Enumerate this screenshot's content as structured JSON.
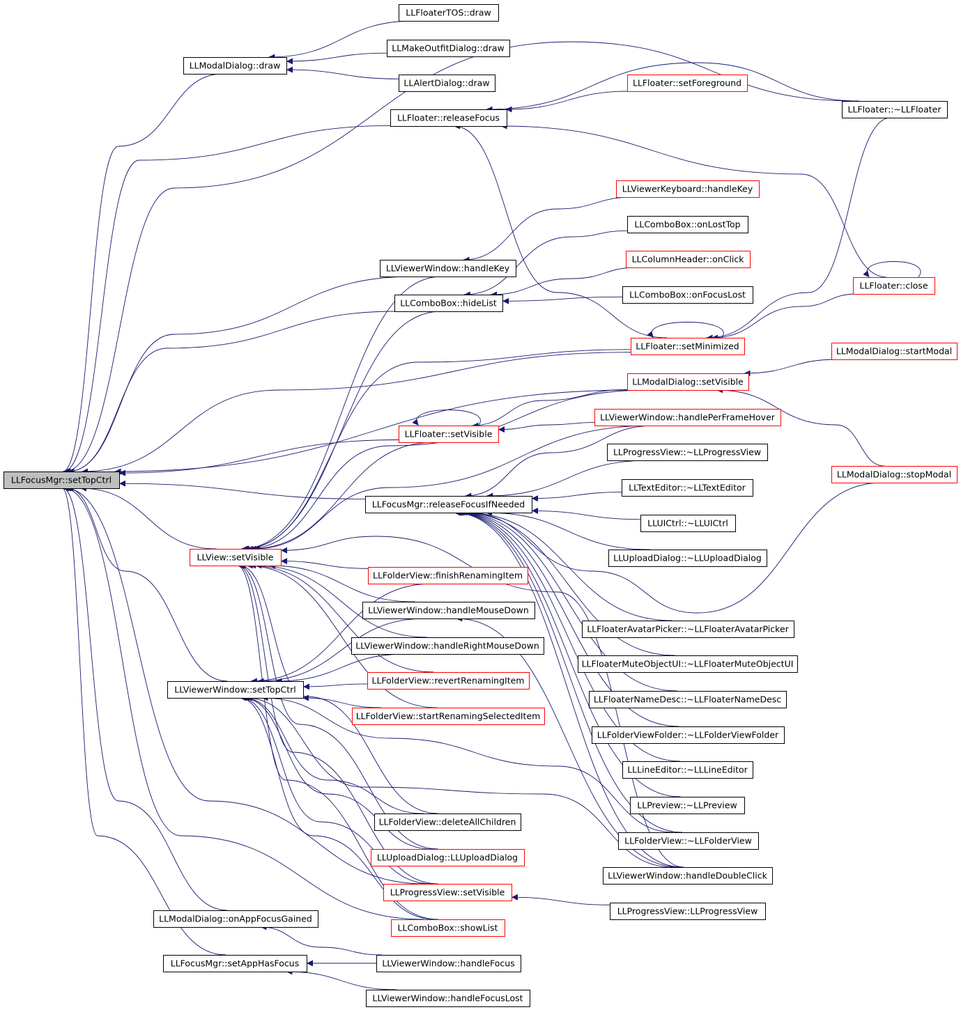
{
  "colors": {
    "edge": "#191970",
    "arrowhead": "#191970",
    "node_border_normal": "#000000",
    "node_border_truncated": "#ff0000",
    "root_fill": "#bfbfbf",
    "node_fill": "#ffffff"
  },
  "nodes": [
    {
      "id": "root",
      "label": "LLFocusMgr::setTopCtrl",
      "style": "root"
    },
    {
      "id": "tos",
      "label": "LLFloaterTOS::draw",
      "style": "normal"
    },
    {
      "id": "mkoutfit",
      "label": "LLMakeOutfitDialog::draw",
      "style": "normal"
    },
    {
      "id": "alert",
      "label": "LLAlertDialog::draw",
      "style": "normal"
    },
    {
      "id": "mddraw",
      "label": "LLModalDialog::draw",
      "style": "normal"
    },
    {
      "id": "fsetfg",
      "label": "LLFloater::setForeground",
      "style": "red"
    },
    {
      "id": "frelfocus",
      "label": "LLFloater::releaseFocus",
      "style": "normal"
    },
    {
      "id": "fdtor",
      "label": "LLFloater::~LLFloater",
      "style": "normal"
    },
    {
      "id": "vkhandlekey",
      "label": "LLViewerKeyboard::handleKey",
      "style": "red"
    },
    {
      "id": "cbolosttop",
      "label": "LLComboBox::onLostTop",
      "style": "normal"
    },
    {
      "id": "colclick",
      "label": "LLColumnHeader::onClick",
      "style": "red"
    },
    {
      "id": "vwhandlekey",
      "label": "LLViewerWindow::handleKey",
      "style": "normal"
    },
    {
      "id": "fclose",
      "label": "LLFloater::close",
      "style": "red"
    },
    {
      "id": "cbohide",
      "label": "LLComboBox::hideList",
      "style": "normal"
    },
    {
      "id": "cbofocuslost",
      "label": "LLComboBox::onFocusLost",
      "style": "normal"
    },
    {
      "id": "fsetmin",
      "label": "LLFloater::setMinimized",
      "style": "red"
    },
    {
      "id": "mdstart",
      "label": "LLModalDialog::startModal",
      "style": "red"
    },
    {
      "id": "mdsetvis",
      "label": "LLModalDialog::setVisible",
      "style": "red"
    },
    {
      "id": "vwperframe",
      "label": "LLViewerWindow::handlePerFrameHover",
      "style": "red"
    },
    {
      "id": "fsetvis",
      "label": "LLFloater::setVisible",
      "style": "red"
    },
    {
      "id": "pvdtor",
      "label": "LLProgressView::~LLProgressView",
      "style": "normal"
    },
    {
      "id": "mdstop",
      "label": "LLModalDialog::stopModal",
      "style": "red"
    },
    {
      "id": "tedtor",
      "label": "LLTextEditor::~LLTextEditor",
      "style": "normal"
    },
    {
      "id": "relifneeded",
      "label": "LLFocusMgr::releaseFocusIfNeeded",
      "style": "normal"
    },
    {
      "id": "uidtor",
      "label": "LLUICtrl::~LLUICtrl",
      "style": "normal"
    },
    {
      "id": "updtor",
      "label": "LLUploadDialog::~LLUploadDialog",
      "style": "normal"
    },
    {
      "id": "viewsetvis",
      "label": "LLView::setVisible",
      "style": "red"
    },
    {
      "id": "fvfinish",
      "label": "LLFolderView::finishRenamingItem",
      "style": "red"
    },
    {
      "id": "vwmousedown",
      "label": "LLViewerWindow::handleMouseDown",
      "style": "normal"
    },
    {
      "id": "favdtor",
      "label": "LLFloaterAvatarPicker::~LLFloaterAvatarPicker",
      "style": "normal"
    },
    {
      "id": "vwrmousedown",
      "label": "LLViewerWindow::handleRightMouseDown",
      "style": "normal"
    },
    {
      "id": "fmutedtor",
      "label": "LLFloaterMuteObjectUI::~LLFloaterMuteObjectUI",
      "style": "normal"
    },
    {
      "id": "fvrevert",
      "label": "LLFolderView::revertRenamingItem",
      "style": "red"
    },
    {
      "id": "vwsettop",
      "label": "LLViewerWindow::setTopCtrl",
      "style": "normal"
    },
    {
      "id": "fnamedtor",
      "label": "LLFloaterNameDesc::~LLFloaterNameDesc",
      "style": "normal"
    },
    {
      "id": "fvstartrename",
      "label": "LLFolderView::startRenamingSelectedItem",
      "style": "red"
    },
    {
      "id": "fvfdtor",
      "label": "LLFolderViewFolder::~LLFolderViewFolder",
      "style": "normal"
    },
    {
      "id": "ledtor",
      "label": "LLLineEditor::~LLLineEditor",
      "style": "normal"
    },
    {
      "id": "prevdtor",
      "label": "LLPreview::~LLPreview",
      "style": "normal"
    },
    {
      "id": "fvdelete",
      "label": "LLFolderView::deleteAllChildren",
      "style": "normal"
    },
    {
      "id": "fvdtor",
      "label": "LLFolderView::~LLFolderView",
      "style": "normal"
    },
    {
      "id": "upctor",
      "label": "LLUploadDialog::LLUploadDialog",
      "style": "red"
    },
    {
      "id": "vwdblclick",
      "label": "LLViewerWindow::handleDoubleClick",
      "style": "normal"
    },
    {
      "id": "pvsetvis",
      "label": "LLProgressView::setVisible",
      "style": "red"
    },
    {
      "id": "pvctor",
      "label": "LLProgressView::LLProgressView",
      "style": "normal"
    },
    {
      "id": "mdappfocus",
      "label": "LLModalDialog::onAppFocusGained",
      "style": "normal"
    },
    {
      "id": "cboshow",
      "label": "LLComboBox::showList",
      "style": "red"
    },
    {
      "id": "setappfocus",
      "label": "LLFocusMgr::setAppHasFocus",
      "style": "normal"
    },
    {
      "id": "vwfocus",
      "label": "LLViewerWindow::handleFocus",
      "style": "normal"
    },
    {
      "id": "vwfocuslost",
      "label": "LLViewerWindow::handleFocusLost",
      "style": "normal"
    }
  ],
  "edges": [
    {
      "from": "mddraw",
      "to": "root"
    },
    {
      "from": "frelfocus",
      "to": "root"
    },
    {
      "from": "fdtor",
      "to": "root"
    },
    {
      "from": "vwhandlekey",
      "to": "root"
    },
    {
      "from": "cbohide",
      "to": "root"
    },
    {
      "from": "fsetmin",
      "to": "root"
    },
    {
      "from": "mdsetvis",
      "to": "root"
    },
    {
      "from": "fsetvis",
      "to": "root"
    },
    {
      "from": "relifneeded",
      "to": "root"
    },
    {
      "from": "viewsetvis",
      "to": "root"
    },
    {
      "from": "vwsettop",
      "to": "root"
    },
    {
      "from": "pvsetvis",
      "to": "root"
    },
    {
      "from": "cboshow",
      "to": "root"
    },
    {
      "from": "mdappfocus",
      "to": "root"
    },
    {
      "from": "setappfocus",
      "to": "root"
    },
    {
      "from": "tos",
      "to": "mddraw"
    },
    {
      "from": "mkoutfit",
      "to": "mddraw"
    },
    {
      "from": "alert",
      "to": "mddraw"
    },
    {
      "from": "fsetfg",
      "to": "frelfocus"
    },
    {
      "from": "fdtor",
      "to": "frelfocus"
    },
    {
      "from": "fclose",
      "to": "frelfocus"
    },
    {
      "from": "fsetmin",
      "to": "frelfocus"
    },
    {
      "from": "vkhandlekey",
      "to": "vwhandlekey"
    },
    {
      "from": "cbolosttop",
      "to": "cbohide"
    },
    {
      "from": "colclick",
      "to": "cbohide"
    },
    {
      "from": "cbofocuslost",
      "to": "cbohide"
    },
    {
      "from": "fclose",
      "to": "fclose"
    },
    {
      "from": "fclose",
      "to": "fsetmin"
    },
    {
      "from": "fsetmin",
      "to": "fsetmin"
    },
    {
      "from": "fdtor",
      "to": "fsetmin"
    },
    {
      "from": "mdstart",
      "to": "mdsetvis"
    },
    {
      "from": "mdstop",
      "to": "mdsetvis"
    },
    {
      "from": "fsetvis",
      "to": "fsetvis"
    },
    {
      "from": "mdsetvis",
      "to": "fsetvis"
    },
    {
      "from": "vwperframe",
      "to": "fsetvis"
    },
    {
      "from": "vwperframe",
      "to": "relifneeded"
    },
    {
      "from": "pvdtor",
      "to": "relifneeded"
    },
    {
      "from": "tedtor",
      "to": "relifneeded"
    },
    {
      "from": "uidtor",
      "to": "relifneeded"
    },
    {
      "from": "updtor",
      "to": "relifneeded"
    },
    {
      "from": "favdtor",
      "to": "relifneeded"
    },
    {
      "from": "fmutedtor",
      "to": "relifneeded"
    },
    {
      "from": "fnamedtor",
      "to": "relifneeded"
    },
    {
      "from": "fvfdtor",
      "to": "relifneeded"
    },
    {
      "from": "ledtor",
      "to": "relifneeded"
    },
    {
      "from": "prevdtor",
      "to": "relifneeded"
    },
    {
      "from": "fvdtor",
      "to": "relifneeded"
    },
    {
      "from": "vwdblclick",
      "to": "relifneeded"
    },
    {
      "from": "mdstop",
      "to": "relifneeded"
    },
    {
      "from": "vwhandlekey",
      "to": "viewsetvis"
    },
    {
      "from": "cbohide",
      "to": "viewsetvis"
    },
    {
      "from": "fsetmin",
      "to": "viewsetvis"
    },
    {
      "from": "mdsetvis",
      "to": "viewsetvis"
    },
    {
      "from": "fsetvis",
      "to": "viewsetvis"
    },
    {
      "from": "vwperframe",
      "to": "viewsetvis"
    },
    {
      "from": "fvfinish",
      "to": "viewsetvis"
    },
    {
      "from": "vwmousedown",
      "to": "viewsetvis"
    },
    {
      "from": "vwrmousedown",
      "to": "viewsetvis"
    },
    {
      "from": "fvrevert",
      "to": "viewsetvis"
    },
    {
      "from": "fvstartrename",
      "to": "viewsetvis"
    },
    {
      "from": "vwdblclick",
      "to": "viewsetvis"
    },
    {
      "from": "fvdelete",
      "to": "viewsetvis"
    },
    {
      "from": "upctor",
      "to": "viewsetvis"
    },
    {
      "from": "pvsetvis",
      "to": "viewsetvis"
    },
    {
      "from": "cboshow",
      "to": "viewsetvis"
    },
    {
      "from": "fvfinish",
      "to": "vwsettop"
    },
    {
      "from": "vwmousedown",
      "to": "vwsettop"
    },
    {
      "from": "vwrmousedown",
      "to": "vwsettop"
    },
    {
      "from": "fvrevert",
      "to": "vwsettop"
    },
    {
      "from": "fvstartrename",
      "to": "vwsettop"
    },
    {
      "from": "vwdblclick",
      "to": "vwsettop"
    },
    {
      "from": "fvdtor",
      "to": "vwsettop"
    },
    {
      "from": "fvdelete",
      "to": "vwsettop"
    },
    {
      "from": "upctor",
      "to": "vwsettop"
    },
    {
      "from": "pvsetvis",
      "to": "vwsettop"
    },
    {
      "from": "cboshow",
      "to": "vwsettop"
    },
    {
      "from": "vwdblclick",
      "to": "vwmousedown"
    },
    {
      "from": "pvctor",
      "to": "pvsetvis"
    },
    {
      "from": "vwfocus",
      "to": "setappfocus"
    },
    {
      "from": "vwfocuslost",
      "to": "setappfocus"
    },
    {
      "from": "vwfocus",
      "to": "mdappfocus"
    }
  ]
}
